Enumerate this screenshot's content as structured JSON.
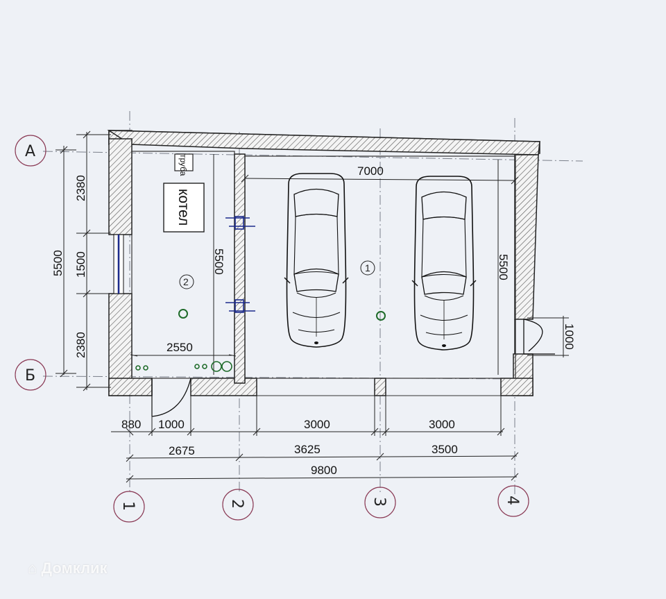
{
  "axes": {
    "rows": [
      "А",
      "Б"
    ],
    "cols": [
      "1",
      "2",
      "3",
      "4"
    ]
  },
  "labels": {
    "boiler": "котел",
    "pipe": "труба",
    "room1": "1",
    "room2": "2"
  },
  "dimensions": {
    "left_2380_top": "2380",
    "left_1500": "1500",
    "left_2380_bottom": "2380",
    "left_total": "5500",
    "room2_height": "5500",
    "room2_width": "2550",
    "garage_width": "7000",
    "garage_height": "5500",
    "door_side": "1000",
    "bottom_880": "880",
    "bottom_1000": "1000",
    "bottom_3000_a": "3000",
    "bottom_3000_b": "3000",
    "axis_2675": "2675",
    "axis_3625": "3625",
    "axis_3500": "3500",
    "total_9800": "9800"
  },
  "watermark": "Домклик"
}
